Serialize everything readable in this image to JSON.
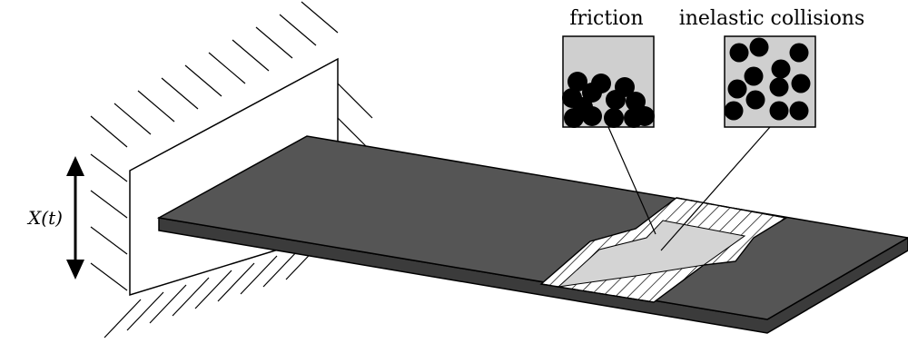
{
  "labels": {
    "friction": "friction",
    "inelastic": "inelastic collisions",
    "displacement": "X(t)"
  },
  "colors": {
    "beam_top": "#555555",
    "beam_side": "#3a3a3a",
    "inset_bg": "#cfcfcf",
    "cavity_floor": "#d4d4d4",
    "particle": "#000000",
    "stroke": "#000000"
  }
}
